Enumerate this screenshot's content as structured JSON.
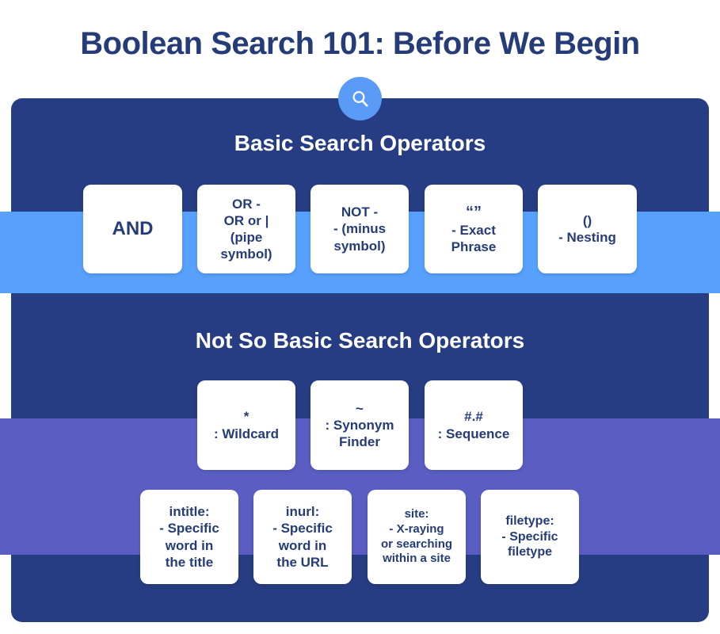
{
  "title": "Boolean Search 101: Before We Begin",
  "badge": {
    "icon": "search-icon"
  },
  "colors": {
    "title_navy": "#253C78",
    "panel_navy": "#273D83",
    "band_blue": "#57A0FB",
    "band_purple": "#5A5EC2",
    "badge_blue": "#5B9BF8",
    "card_white": "#FFFFFF"
  },
  "sections": [
    {
      "heading": "Basic Search Operators",
      "cards": [
        {
          "symbol": "AND",
          "desc": ""
        },
        {
          "symbol": "OR -",
          "desc": "OR or |\n(pipe\nsymbol)"
        },
        {
          "symbol": "NOT -",
          "desc": "- (minus\nsymbol)"
        },
        {
          "symbol": "“”",
          "desc": "- Exact\nPhrase"
        },
        {
          "symbol": "()",
          "desc": "- Nesting"
        }
      ]
    },
    {
      "heading": "Not So Basic Search Operators",
      "cards_row_a": [
        {
          "symbol": "*",
          "desc": ": Wildcard"
        },
        {
          "symbol": "~",
          "desc": ": Synonym\nFinder"
        },
        {
          "symbol": "#.#",
          "desc": ": Sequence"
        }
      ],
      "cards_row_b": [
        {
          "symbol": "intitle:",
          "desc": "- Specific\nword in\nthe title"
        },
        {
          "symbol": "inurl:",
          "desc": "- Specific\nword in\nthe URL"
        },
        {
          "symbol": "site:",
          "desc": "- X-raying\nor searching\nwithin a site"
        },
        {
          "symbol": "filetype:",
          "desc": "- Specific\nfiletype"
        }
      ]
    }
  ]
}
